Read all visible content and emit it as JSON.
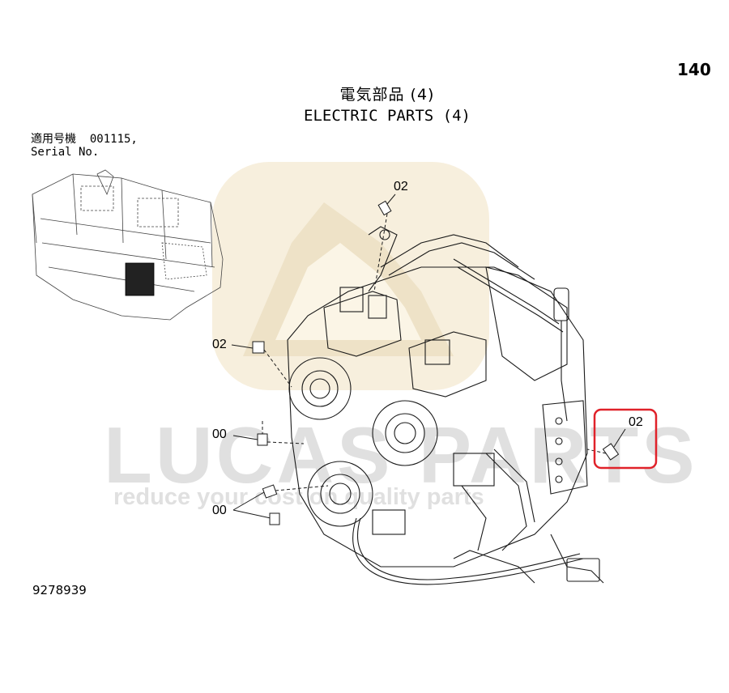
{
  "page": {
    "number": "140"
  },
  "title": {
    "japanese": "電気部品 (4)",
    "english": "ELECTRIC PARTS (4)"
  },
  "serial": {
    "label_jp": "適用号機",
    "value": "001115,",
    "label_en": "Serial No."
  },
  "doc_number": "9278939",
  "watermark": {
    "brand": "LUCAS PARTS",
    "slogan": "reduce your cost on quality parts"
  },
  "callouts": {
    "top": "02",
    "left_upper": "02",
    "left_middle": "00",
    "left_lower": "00",
    "right_highlighted": "02"
  },
  "colors": {
    "highlight": "#e0222a",
    "line": "#1a1a1a",
    "watermark": "#e8d8b0"
  }
}
